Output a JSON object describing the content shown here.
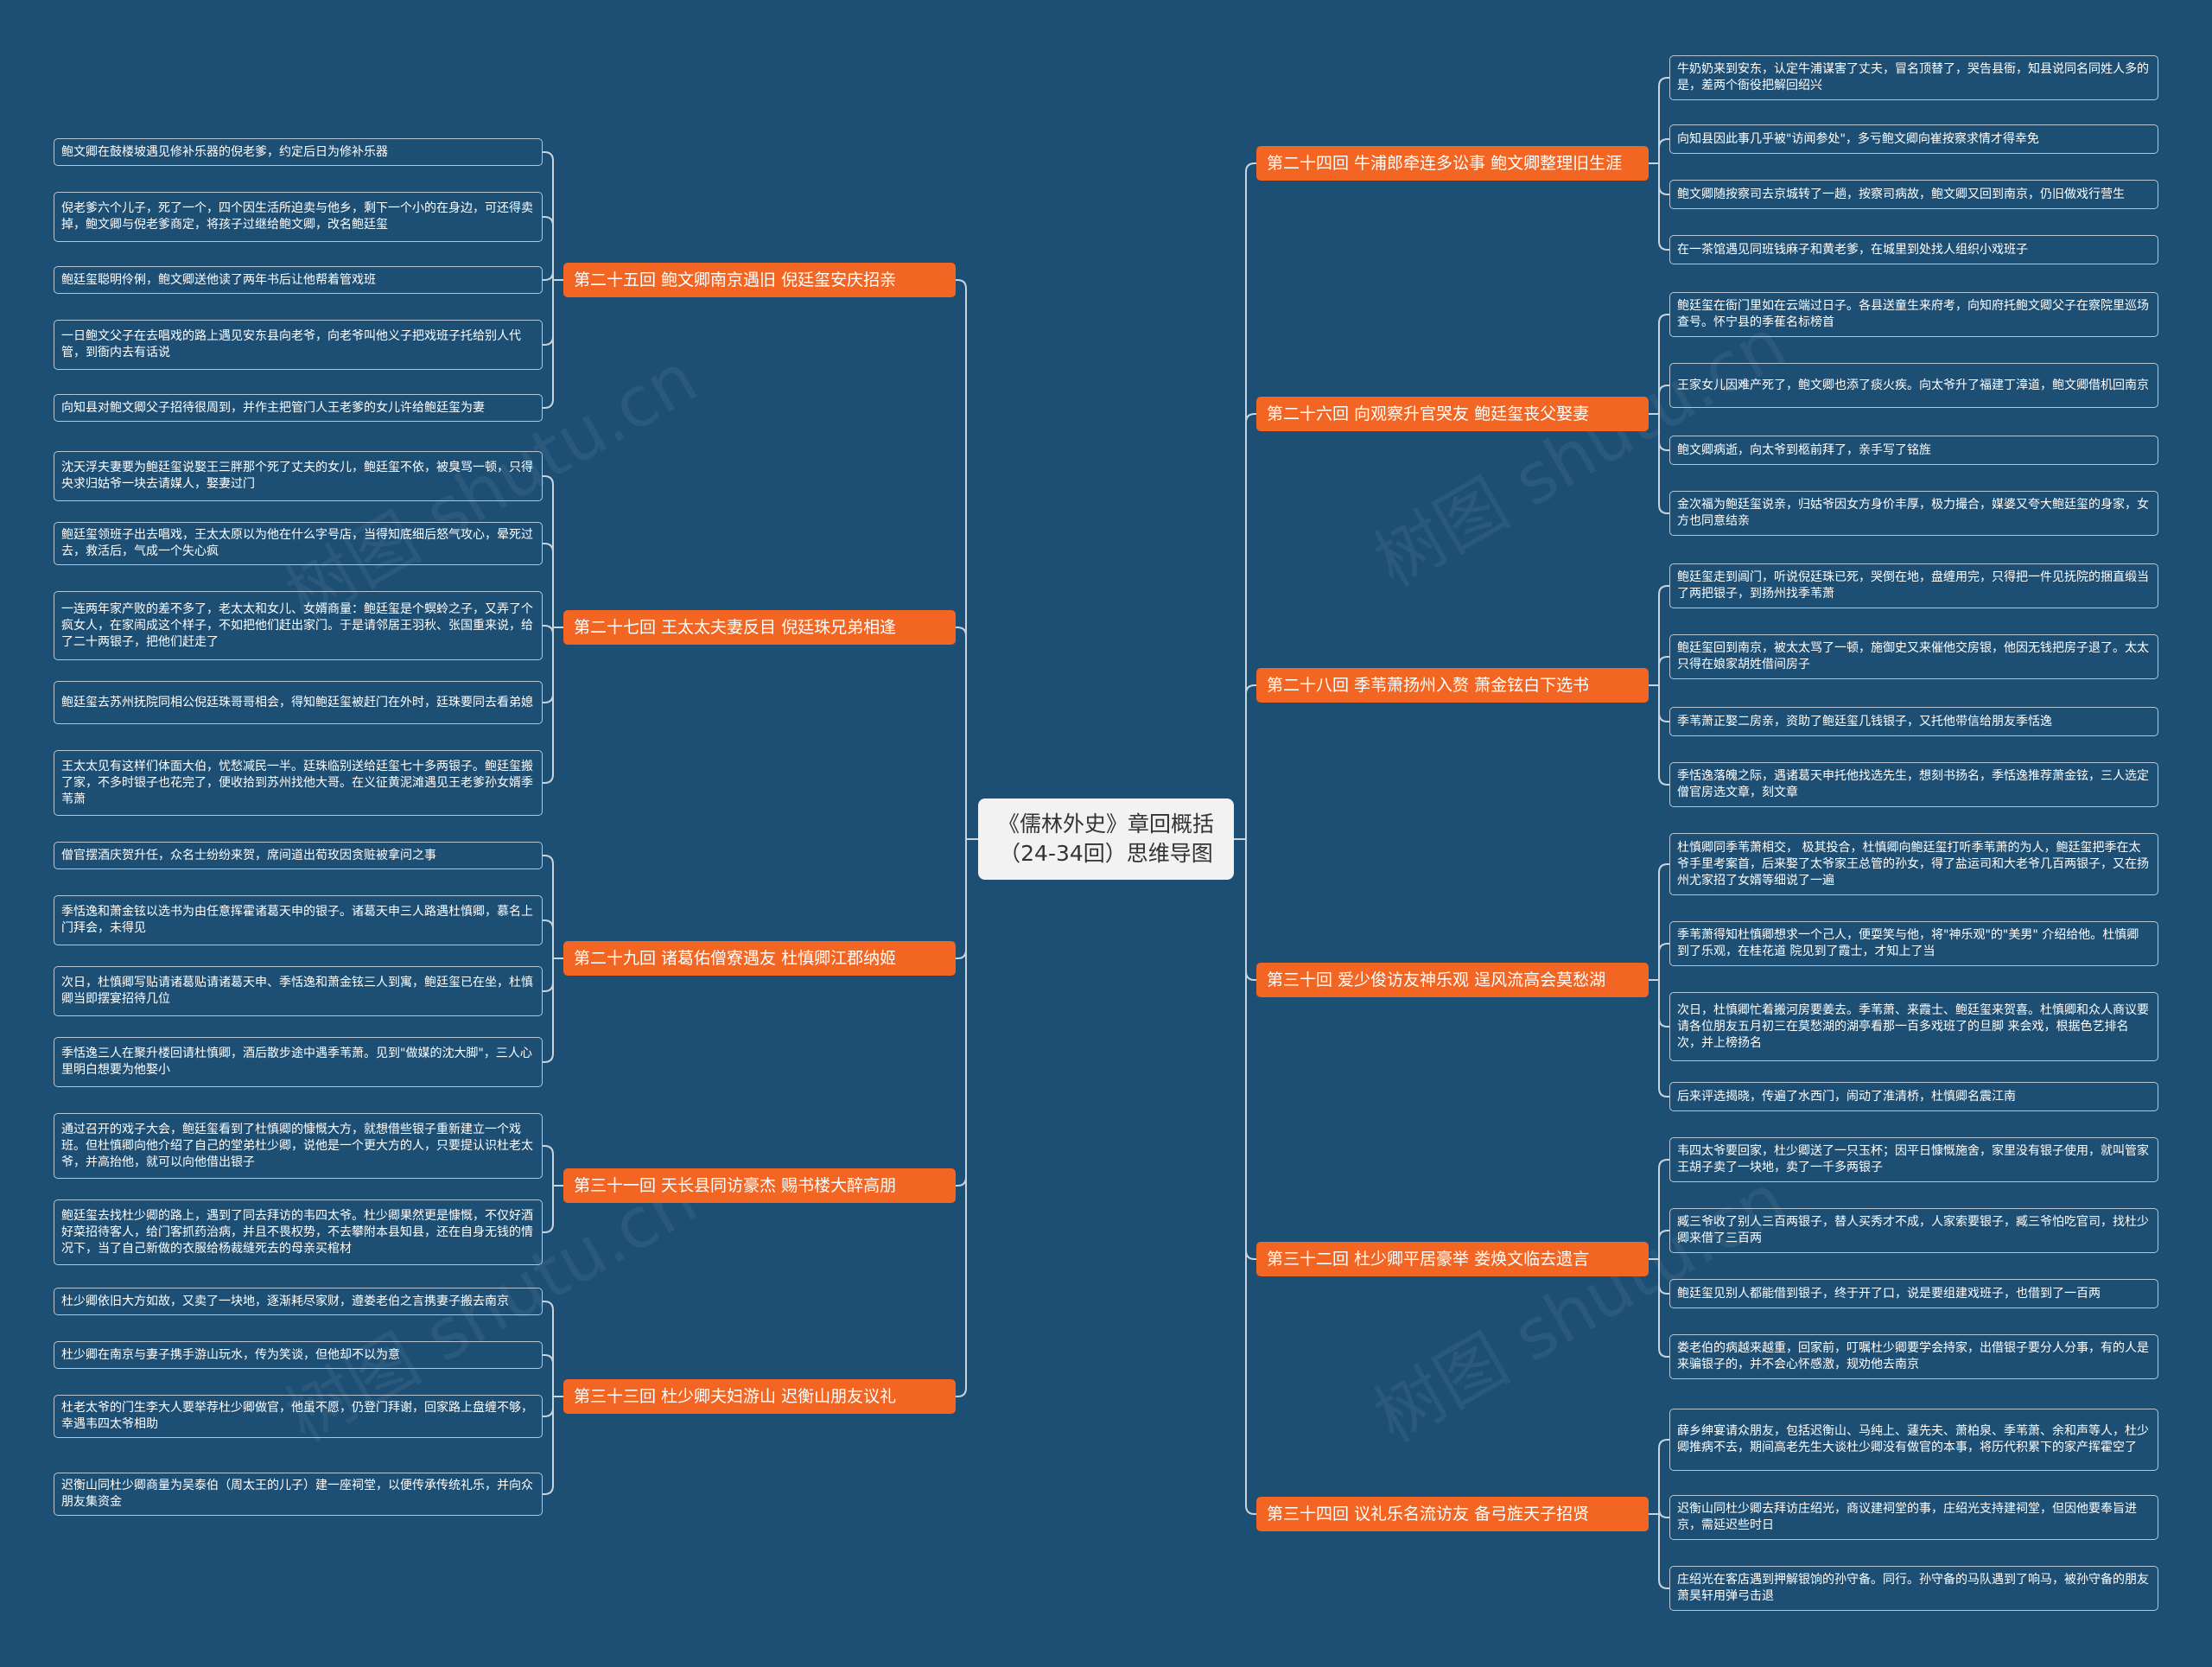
{
  "colors": {
    "background": "#1d4f74",
    "chapter": "#f26522",
    "root": "#f2f2f2",
    "line": "#c9d4de"
  },
  "watermark": "树图 shutu.cn",
  "root": {
    "line1": "《儒林外史》章回概括",
    "line2": "（24-34回）思维导图"
  },
  "left": [
    {
      "title": "第二十五回  鲍文卿南京遇旧   倪廷玺安庆招亲",
      "leaves": [
        "鲍文卿在鼓楼坡遇见修补乐器的倪老爹，约定后日为修补乐器",
        "倪老爹六个儿子，死了一个，四个因生活所迫卖与他乡，剩下一个小的在身边，可还得卖掉，鲍文卿与倪老爹商定，将孩子过继给鲍文卿，改名鲍廷玺",
        "鲍廷玺聪明伶俐，鲍文卿送他读了两年书后让他帮着管戏班",
        "一日鲍文父子在去唱戏的路上遇见安东县向老爷，向老爷叫他义子把戏班子托给别人代管，到衙内去有话说",
        "向知县对鲍文卿父子招待很周到，并作主把管门人王老爹的女儿许给鲍廷玺为妻"
      ]
    },
    {
      "title": "第二十七回  王太太夫妻反目   倪廷珠兄弟相逢",
      "leaves": [
        "沈天浮夫妻要为鲍廷玺说娶王三胖那个死了丈夫的女儿，鲍廷玺不依，被臭骂一顿，只得央求归姑爷一块去请媒人，娶妻过门",
        "鲍廷玺领班子出去唱戏，王太太原以为他在什么字号店，当得知底细后怒气攻心，晕死过去，救活后，气成一个失心疯",
        "一连两年家产败的差不多了，老太太和女儿、女婿商量：鲍廷玺是个螟蛉之子，又弄了个疯女人，在家闹成这个样子，不如把他们赶出家门。于是请邻居王羽秋、张国重来说，给了二十两银子，把他们赶走了",
        "鲍廷玺去苏州抚院同相公倪廷珠哥哥相会，得知鲍廷玺被赶门在外时，廷珠要同去看弟媳",
        "王太太见有这样们体面大伯，忧愁减民一半。廷珠临别送给廷玺七十多两银子。鲍廷玺搬了家，不多时银子也花完了，便收拾到苏州找他大哥。在义征黄泥滩遇见王老爹孙女婿季苇萧"
      ]
    },
    {
      "title": "第二十九回  诸葛佑僧寮遇友   杜慎卿江郡纳姬",
      "leaves": [
        "僧官摆酒庆贺升任，众名士纷纷来贺，席间道出荀玫因贪赃被拿问之事",
        "季恬逸和萧金铉以选书为由任意挥霍诸葛天申的银子。诸葛天申三人路遇杜慎卿，慕名上门拜会，未得见",
        "次日，杜慎卿写贴请诸葛贴请诸葛天申、季恬逸和萧金铉三人到寓，鲍廷玺已在坐，杜慎卿当即摆宴招待几位",
        "季恬逸三人在聚升楼回请杜慎卿，酒后散步途中遇季苇萧。见到\"做媒的沈大脚\"，三人心里明白想要为他娶小"
      ]
    },
    {
      "title": "第三十一回  天长县同访豪杰   赐书楼大醉高朋",
      "leaves": [
        "通过召开的戏子大会，鲍廷玺看到了杜慎卿的慷慨大方，就想借些银子重新建立一个戏班。但杜慎卿向他介绍了自己的堂弟杜少卿，说他是一个更大方的人，只要提认识杜老太爷，并高抬他，就可以向他借出银子",
        "鲍廷玺去找杜少卿的路上，遇到了同去拜访的韦四太爷。杜少卿果然更是慷慨，不仅好酒好菜招待客人，给门客抓药治病，并且不畏权势，不去攀附本县知县，还在自身无钱的情况下，当了自己新做的衣服给杨裁缝死去的母亲买棺材"
      ]
    },
    {
      "title": "第三十三回  杜少卿夫妇游山   迟衡山朋友议礼",
      "leaves": [
        "杜少卿依旧大方如故，又卖了一块地，逐渐耗尽家财，遵娄老伯之言携妻子搬去南京",
        "杜少卿在南京与妻子携手游山玩水，传为笑谈，但他却不以为意",
        "杜老太爷的门生李大人要举荐杜少卿做官，他虽不愿，仍登门拜谢，回家路上盘缠不够，幸遇韦四太爷相助",
        "迟衡山同杜少卿商量为吴泰伯（周太王的儿子）建一座祠堂，以便传承传统礼乐，并向众朋友集资金"
      ]
    }
  ],
  "right": [
    {
      "title": "第二十四回  牛浦郎牵连多讼事   鲍文卿整理旧生涯",
      "leaves": [
        "牛奶奶来到安东，认定牛浦谋害了丈夫，冒名顶替了，哭告县衙，知县说同名同姓人多的是，差两个衙役把解回绍兴",
        "向知县因此事几乎被\"访闻参处\"，多亏鲍文卿向崔按察求情才得幸免",
        "鲍文卿随按察司去京城转了一趟，按察司病故，鲍文卿又回到南京，仍旧做戏行营生",
        "在一茶馆遇见同班钱麻子和黄老爹，在城里到处找人组织小戏班子"
      ]
    },
    {
      "title": "第二十六回  向观察升官哭友   鲍廷玺丧父娶妻",
      "leaves": [
        "鲍廷玺在衙门里如在云端过日子。各县送童生来府考，向知府托鲍文卿父子在察院里巡场查号。怀宁县的季萑名标榜首",
        "王家女儿因难产死了，鲍文卿也添了痰火疾。向太爷升了福建丁漳道，鲍文卿借机回南京",
        "鲍文卿病逝，向太爷到柩前拜了，亲手写了铭旌",
        "金次福为鲍廷玺说亲，归姑爷因女方身价丰厚，极力撮合，媒婆又夸大鲍廷玺的身家，女方也同意结亲"
      ]
    },
    {
      "title": "第二十八回  季苇萧扬州入赘   萧金铉白下选书",
      "leaves": [
        "鲍廷玺走到阊门，听说倪廷珠已死，哭倒在地，盘缠用完，只得把一件见抚院的捆直缎当了两把银子，到扬州找季苇萧",
        "鲍廷玺回到南京，被太太骂了一顿，施御史又来催他交房银，他因无钱把房子退了。太太只得在娘家胡姓借间房子",
        "季苇萧正娶二房亲，资助了鲍廷玺几钱银子，又托他带信给朋友季恬逸",
        "季恬逸落魄之际，遇诸葛天申托他找选先生，想刻书扬名，季恬逸推荐萧金铉，三人选定僧官房选文章，刻文章"
      ]
    },
    {
      "title": "第三十回  爱少俊访友神乐观   逞风流高会莫愁湖",
      "leaves": [
        "杜慎卿同季苇萧相交， 极其投合，杜慎卿向鲍廷玺打听季苇萧的为人，鲍廷玺把季在太爷手里考案首，后来娶了太爷家王总管的孙女，得了盐运司和大老爷几百两银子，又在扬州尤家招了女婿等细说了一遍",
        "季苇萧得知杜慎卿想求一个己人，便耍笑与他，将\"神乐观\"的\"美男\" 介绍给他。杜慎卿到了乐观，在桂花道 院见到了霞士，才知上了当",
        "次日，杜慎卿忙着搬河房要姜去。季苇萧、来霞士、鲍廷玺来贺喜。杜慎卿和众人商议要请各位朋友五月初三在莫愁湖的湖亭看那一百多戏班了的旦脚 来会戏，根据色艺排名次，并上榜扬名",
        "后来评选揭晓，传遍了水西门，闹动了淮清桥，杜慎卿名震江南"
      ]
    },
    {
      "title": "第三十二回  杜少卿平居豪举   娄焕文临去遗言",
      "leaves": [
        "韦四太爷要回家，杜少卿送了一只玉杯；因平日慷慨施舍，家里没有银子使用，就叫管家王胡子卖了一块地，卖了一千多两银子",
        "臧三爷收了别人三百两银子，替人买秀才不成，人家索要银子，臧三爷怕吃官司，找杜少卿来借了三百两",
        "鲍廷玺见别人都能借到银子，终于开了口，说是要组建戏班子，也借到了一百两",
        "娄老伯的病越来越重，回家前，叮嘱杜少卿要学会持家，出借银子要分人分事，有的人是来骗银子的，并不会心怀感激，规劝他去南京"
      ]
    },
    {
      "title": "第三十四回  议礼乐名流访友   备弓旌天子招贤",
      "leaves": [
        "薛乡绅宴请众朋友，包括迟衡山、马纯上、蘧先夫、萧柏泉、季苇萧、余和声等人，杜少卿推病不去，期间高老先生大谈杜少卿没有做官的本事，将历代积累下的家产挥霍空了",
        "迟衡山同杜少卿去拜访庄绍光，商议建祠堂的事，庄绍光支持建祠堂，但因他要奉旨进京，需延迟些时日",
        "庄绍光在客店遇到押解银饷的孙守备。同行。孙守备的马队遇到了响马，被孙守备的朋友萧昊轩用弹弓击退"
      ]
    }
  ]
}
